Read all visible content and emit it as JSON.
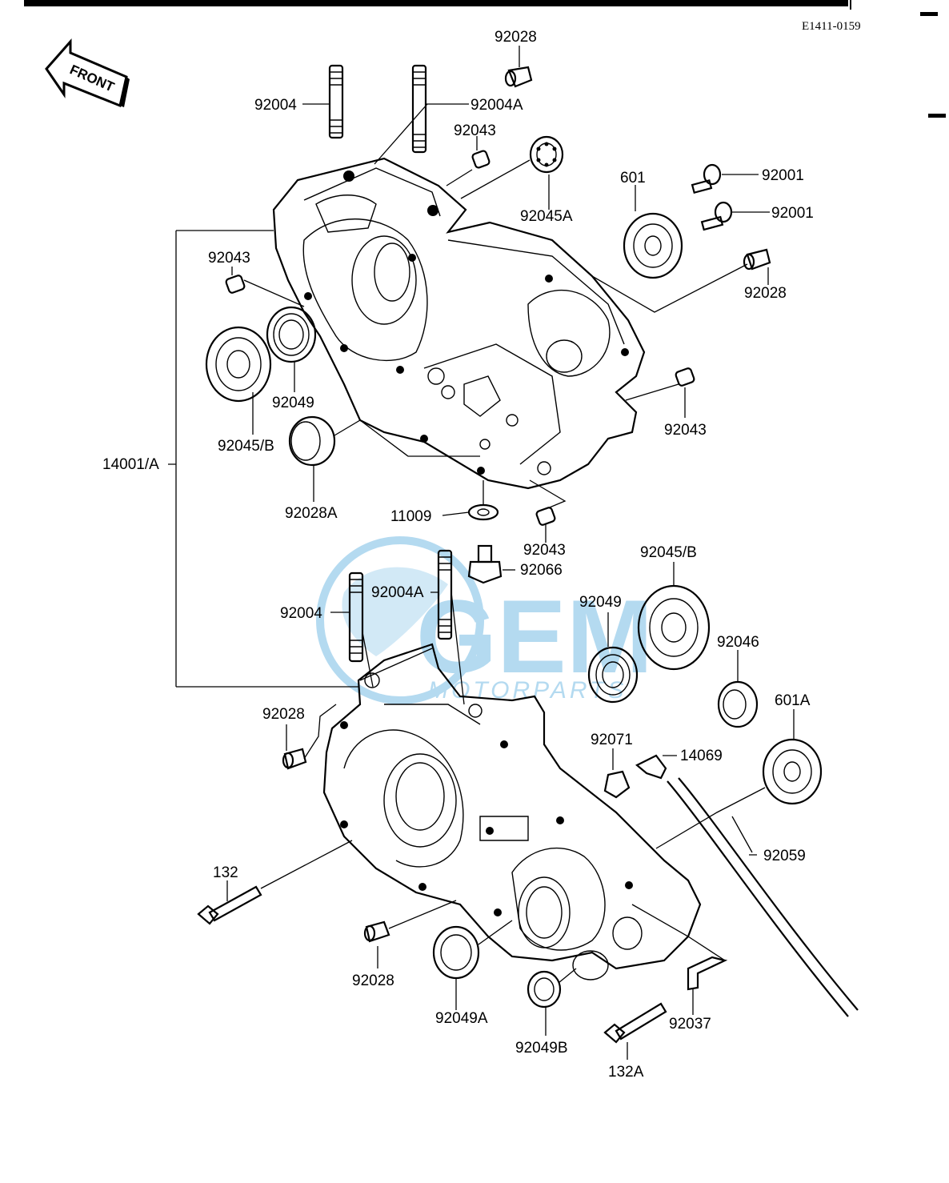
{
  "diagram": {
    "code": "E1411-0159",
    "front_label": "FRONT",
    "watermark": {
      "brand": "GEM",
      "sub": "MOTORPARTS",
      "color": "#5aaee0"
    },
    "labels": {
      "p92028_top": "92028",
      "p92004_upper": "92004",
      "p92004A_upper": "92004A",
      "p92043_top": "92043",
      "p92045A": "92045A",
      "p601": "601",
      "p92001_a": "92001",
      "p92001_b": "92001",
      "p92028_right": "92028",
      "p92043_left": "92043",
      "p92049_upper": "92049",
      "p92045B_upper": "92045/B",
      "p14001A": "14001/A",
      "p92028A": "92028A",
      "p92043_right": "92043",
      "p11009": "11009",
      "p92043_mid": "92043",
      "p92066": "92066",
      "p92045B_lower": "92045/B",
      "p92004A_lower": "92004A",
      "p92004_lower": "92004",
      "p92049_lower": "92049",
      "p92046": "92046",
      "p601A": "601A",
      "p92028_left": "92028",
      "p92071": "92071",
      "p14069": "14069",
      "p92059": "92059",
      "p132": "132",
      "p92028_bottom": "92028",
      "p92049A": "92049A",
      "p92049B": "92049B",
      "p92037": "92037",
      "p132A": "132A"
    }
  }
}
